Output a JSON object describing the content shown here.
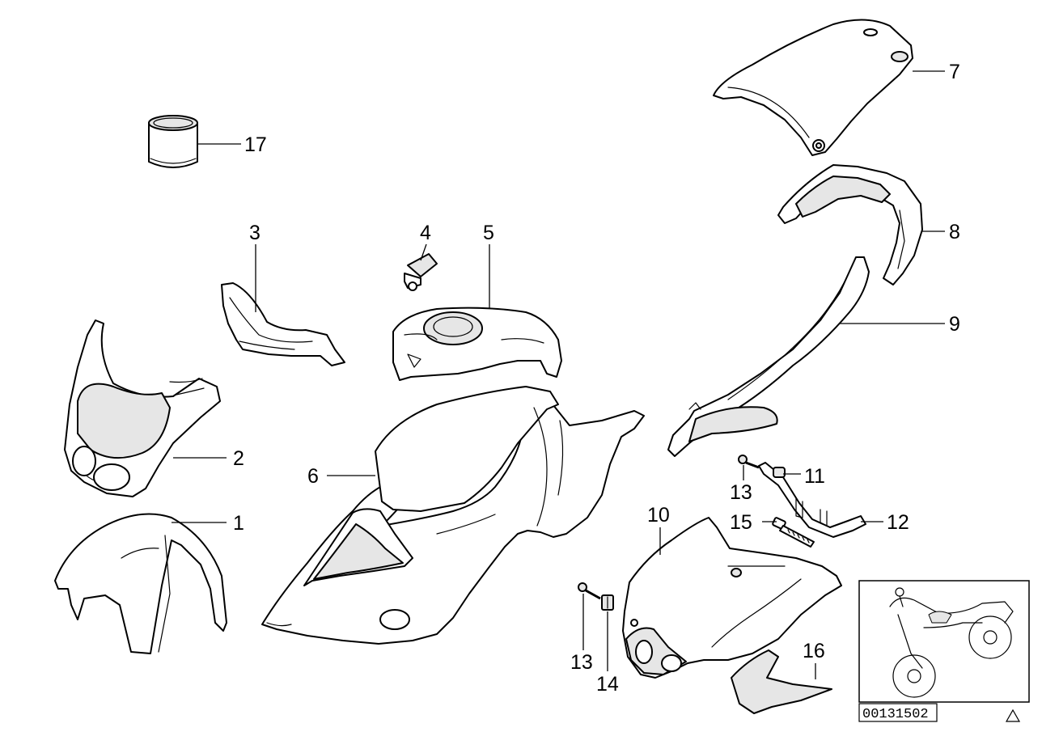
{
  "diagram": {
    "drawing_number": "00131502",
    "callouts": {
      "c1": "1",
      "c2": "2",
      "c3": "3",
      "c4": "4",
      "c5": "5",
      "c6": "6",
      "c7": "7",
      "c8": "8",
      "c9": "9",
      "c10": "10",
      "c11": "11",
      "c12": "12",
      "c13a": "13",
      "c13b": "13",
      "c14": "14",
      "c15": "15",
      "c16": "16",
      "c17": "17"
    },
    "icons": {
      "thumbnail": "motorcycle-overview-icon",
      "corner_mark": "triangle-icon"
    }
  }
}
